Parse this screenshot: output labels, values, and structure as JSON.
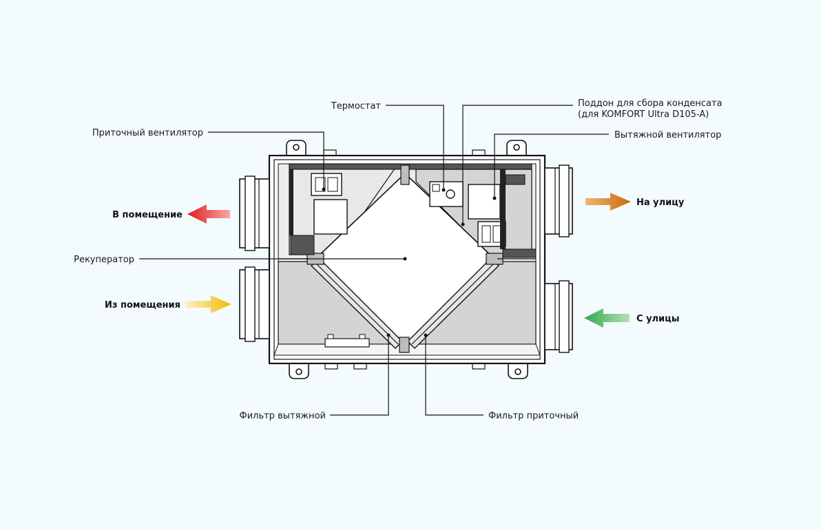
{
  "callouts": {
    "supply_fan": "Приточный вентилятор",
    "thermostat": "Термостат",
    "condensate_tray_line1": "Поддон для сбора конденсата",
    "condensate_tray_line2": "(для KOMFORT Ultra D105-A)",
    "exhaust_fan": "Вытяжной вентилятор",
    "recuperator": "Рекуператор",
    "exhaust_filter": "Фильтр вытяжной",
    "supply_filter": "Фильтр приточный"
  },
  "airflows": {
    "to_room": {
      "label": "В помещение",
      "color_start": "#f7a8a8",
      "color_end": "#e01b1b"
    },
    "from_room": {
      "label": "Из помещения",
      "color_start": "#fdf1c2",
      "color_end": "#f5b800"
    },
    "to_outside": {
      "label": "На улицу",
      "color_start": "#f2b56e",
      "color_end": "#c86a0e"
    },
    "from_outside": {
      "label": "С улицы",
      "color_start": "#b7e0b2",
      "color_end": "#33a852"
    }
  },
  "colors": {
    "background": "#f3fbfe",
    "panel_gray": "#d4d4d4",
    "outline": "#111111"
  }
}
